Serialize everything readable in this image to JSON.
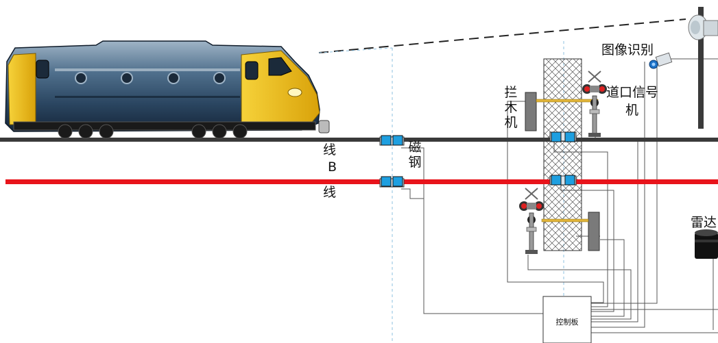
{
  "labels": {
    "line_a": "线",
    "line_b": "B",
    "line_b2": "线",
    "magnetic": "磁钢",
    "barrier": "拦木机",
    "crossing_signal_1": "道口信号",
    "crossing_signal_2": "机",
    "image_recognition": "图像识别",
    "radar": "雷达",
    "control_board": "控制板"
  },
  "colors": {
    "rail_a": "#3a3a3a",
    "rail_b": "#e8141b",
    "sensor": "#1e9fe0",
    "train_body": "#2c4a66",
    "train_yellow": "#f2c318",
    "wire": "#555555"
  }
}
